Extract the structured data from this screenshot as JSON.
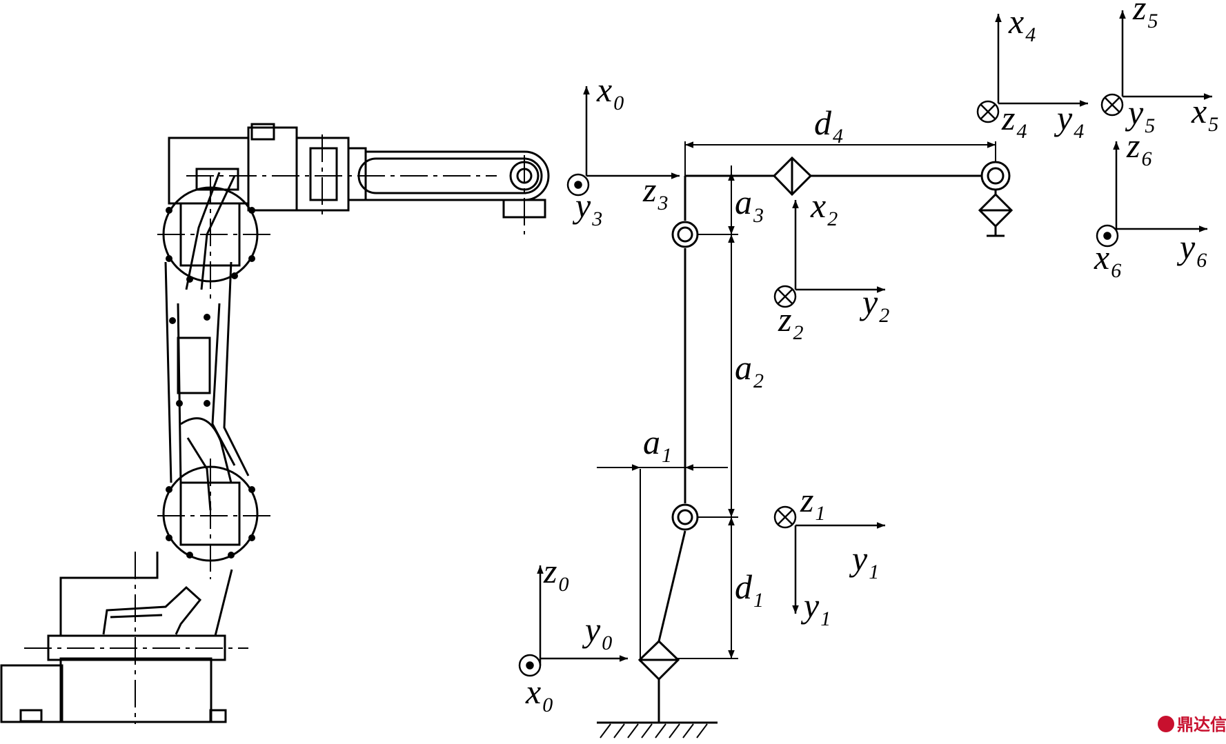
{
  "labels": {
    "x0_top": {
      "base": "x",
      "sub": "0"
    },
    "y3": {
      "base": "y",
      "sub": "3"
    },
    "z3": {
      "base": "z",
      "sub": "3"
    },
    "d4": {
      "base": "d",
      "sub": "4"
    },
    "a3": {
      "base": "a",
      "sub": "3"
    },
    "x2": {
      "base": "x",
      "sub": "2"
    },
    "y2": {
      "base": "y",
      "sub": "2"
    },
    "z2": {
      "base": "z",
      "sub": "2"
    },
    "a2": {
      "base": "a",
      "sub": "2"
    },
    "a1": {
      "base": "a",
      "sub": "1"
    },
    "z1": {
      "base": "z",
      "sub": "1"
    },
    "y1_h": {
      "base": "y",
      "sub": "1"
    },
    "y1_v": {
      "base": "y",
      "sub": "1"
    },
    "d1": {
      "base": "d",
      "sub": "1"
    },
    "z0": {
      "base": "z",
      "sub": "0"
    },
    "y0": {
      "base": "y",
      "sub": "0"
    },
    "x0_bot": {
      "base": "x",
      "sub": "0"
    },
    "x4": {
      "base": "x",
      "sub": "4"
    },
    "z4": {
      "base": "z",
      "sub": "4"
    },
    "y4": {
      "base": "y",
      "sub": "4"
    },
    "z5": {
      "base": "z",
      "sub": "5"
    },
    "y5": {
      "base": "y",
      "sub": "5"
    },
    "x5": {
      "base": "x",
      "sub": "5"
    },
    "z6": {
      "base": "z",
      "sub": "6"
    },
    "x6": {
      "base": "x",
      "sub": "6"
    },
    "y6": {
      "base": "y",
      "sub": "6"
    }
  },
  "watermark": "鼎达信",
  "colors": {
    "ink": "#000000",
    "watermark": "#c8102e"
  },
  "icons": {
    "out_of_page": "dot-in-circle-icon",
    "into_page": "cross-in-circle-icon",
    "revolute_joint": "double-circle-joint-icon",
    "prismatic_joint": "diamond-joint-icon"
  }
}
